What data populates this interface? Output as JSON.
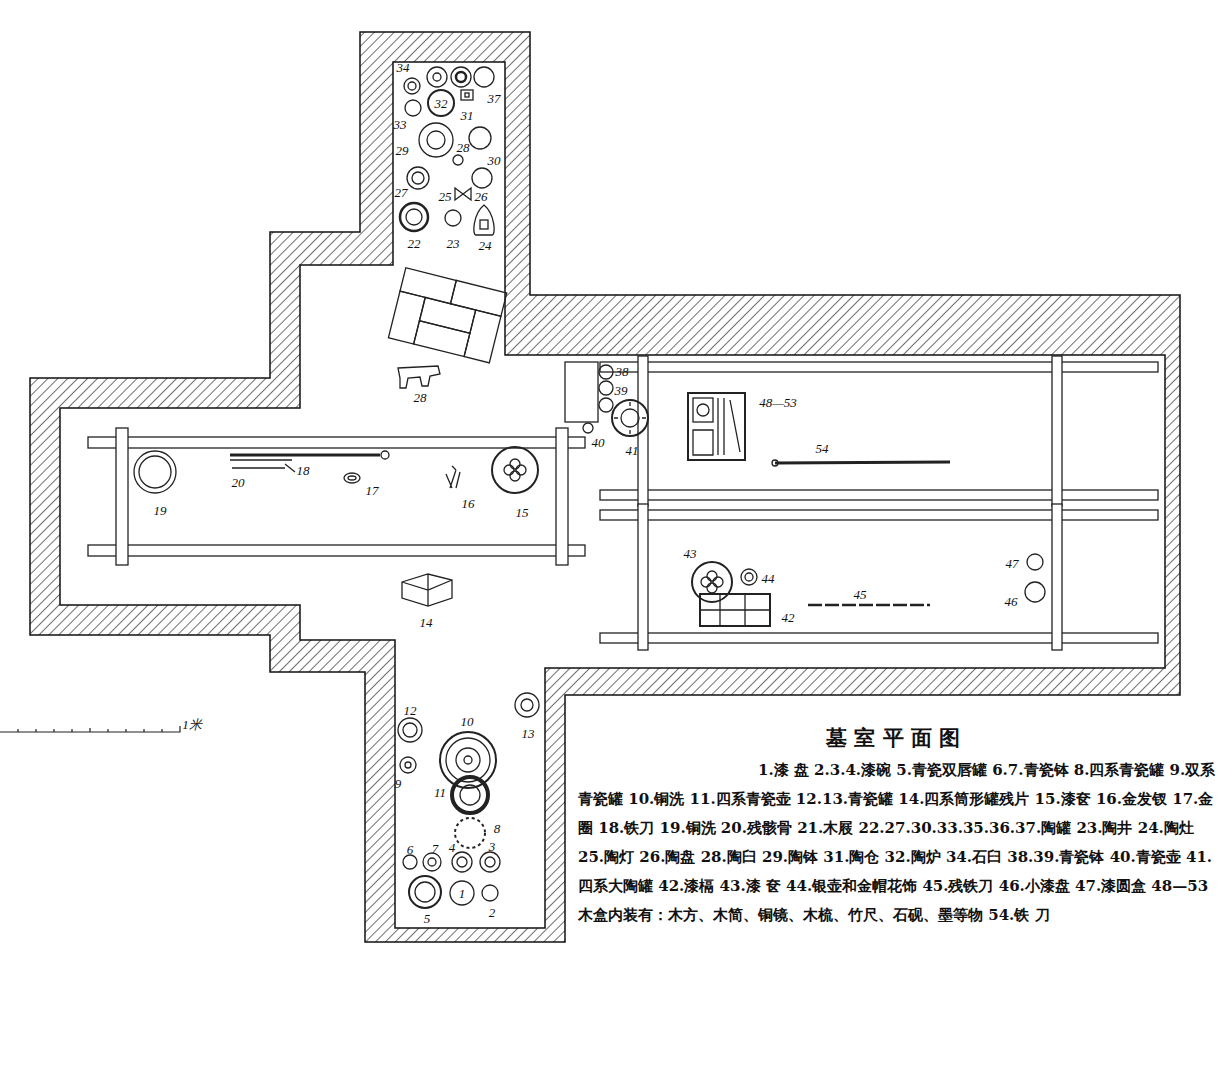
{
  "diagram": {
    "title": "墓 室 平 面 图",
    "caption": "1.漆 盘 2.3.4.漆碗 5.青瓷双唇罐 6.7.青瓷钵 8.四系青瓷罐 9.双系青瓷罐 10.铜洗 11.四系青瓷壶 12.13.青瓷罐 14.四系筒形罐残片 15.漆奁 16.金发钗 17.金圈 18.铁刀 19.铜洗 20.残骸骨 21.木屐 22.27.30.33.35.36.37.陶罐 23.陶井 24.陶灶 25.陶灯 26.陶盘 28.陶臼 29.陶钵 31.陶仓 32.陶炉 34.石臼 38.39.青瓷钵 40.青瓷壶 41.四系大陶罐 42.漆槅 43.漆 奁 44.银壶和金帽花饰 45.残铁刀 46.小漆盘 47.漆圆盒 48—53木盒内装有：木方、木简、铜镜、木梳、竹尺、石砚、墨等物 54.铁 刀",
    "labels": [
      "34",
      "32",
      "31",
      "37",
      "33",
      "29",
      "28",
      "30",
      "27",
      "25",
      "26",
      "22",
      "23",
      "24",
      "28",
      "19",
      "20",
      "18",
      "17",
      "16",
      "15",
      "14",
      "38",
      "39",
      "40",
      "41",
      "48—53",
      "54",
      "43",
      "44",
      "42",
      "45",
      "47",
      "46",
      "12",
      "13",
      "10",
      "9",
      "11",
      "8",
      "6",
      "7",
      "4",
      "3",
      "5",
      "1",
      "2",
      "1米"
    ]
  }
}
